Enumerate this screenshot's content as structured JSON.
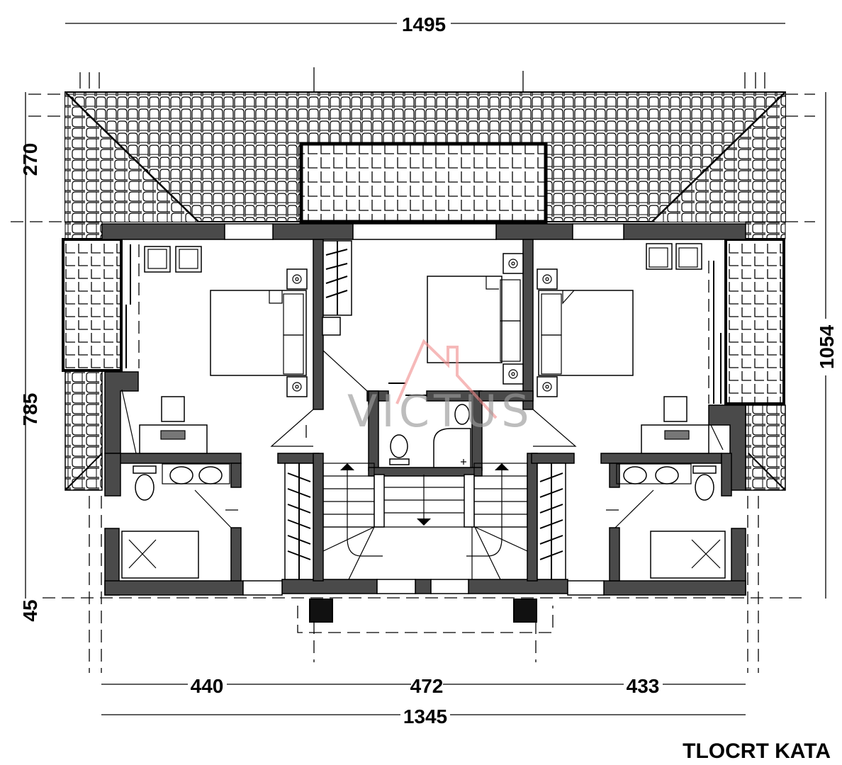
{
  "drawing": {
    "title": "TLOCRT KATA",
    "watermark": "VICTUS",
    "watermark_color": "#f08a8a",
    "wall_color": "#4a4a4a"
  },
  "dimensions": {
    "top_overall": "1495",
    "bottom_overall": "1345",
    "bottom_segments": [
      "440",
      "472",
      "433"
    ],
    "left_segments": [
      "270",
      "785",
      "45"
    ],
    "right_overall": "1054"
  },
  "rooms": [
    {
      "name": "bedroom-left",
      "furniture": [
        "double bed",
        "2 nightstands",
        "2 armchairs",
        "desk",
        "chair",
        "laptop"
      ]
    },
    {
      "name": "bedroom-center",
      "furniture": [
        "double bed",
        "2 nightstands",
        "wardrobe"
      ]
    },
    {
      "name": "bedroom-right",
      "furniture": [
        "double bed",
        "2 nightstands",
        "2 armchairs",
        "desk",
        "chair",
        "laptop"
      ]
    },
    {
      "name": "bathroom-left",
      "fixtures": [
        "toilet",
        "double sink",
        "bathtub/shower"
      ]
    },
    {
      "name": "bathroom-center",
      "fixtures": [
        "toilet",
        "corner shower",
        "sink"
      ]
    },
    {
      "name": "bathroom-right",
      "fixtures": [
        "toilet",
        "double sink",
        "bathtub/shower"
      ]
    },
    {
      "name": "staircase",
      "fixtures": [
        "two stair flights",
        "landing"
      ]
    }
  ]
}
